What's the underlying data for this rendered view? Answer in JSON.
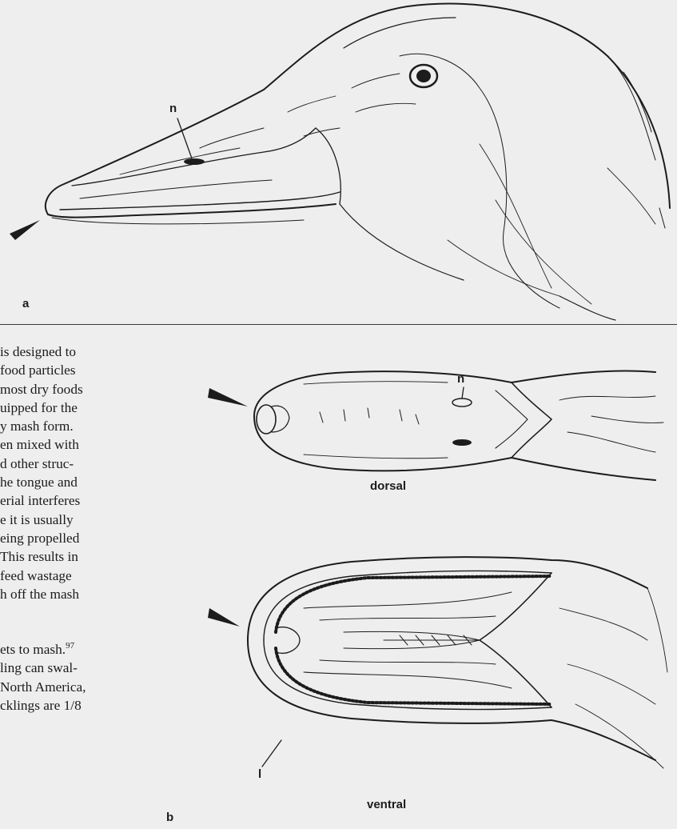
{
  "figure_a": {
    "panel_label": "a",
    "nostril_label": "n"
  },
  "figure_b": {
    "panel_label": "b",
    "nostril_label": "n",
    "lamellae_label": "l",
    "dorsal_caption": "dorsal",
    "ventral_caption": "ventral"
  },
  "body_text": {
    "lines": [
      "is designed to",
      "food particles",
      "most dry foods",
      "uipped for the",
      "y mash form.",
      "en mixed with",
      "d other struc-",
      "he tongue and",
      "erial interferes",
      "e it is usually",
      "eing propelled",
      "This results in",
      "feed wastage",
      "h off the mash"
    ],
    "lines_after_gap": [
      "ets to mash.",
      "ling can swal-",
      "North America,",
      "cklings are 1/8"
    ],
    "footnote_ref": "97"
  }
}
